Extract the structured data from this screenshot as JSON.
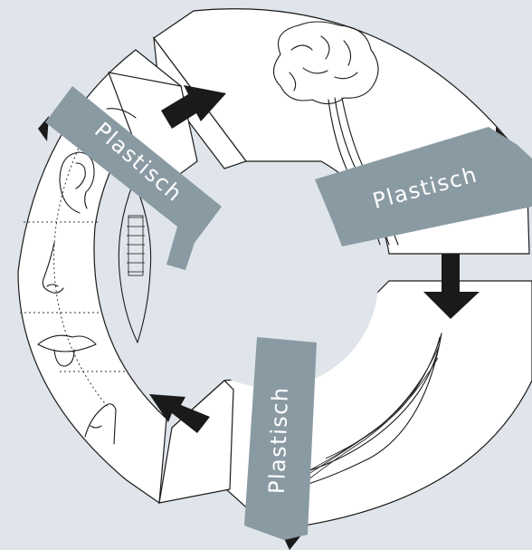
{
  "banners": {
    "brain": "Plastisch",
    "muscle": "Plastisch",
    "senses": "Plastisch"
  },
  "icons": [
    "brain-icon",
    "muscle-icon",
    "ear-icon",
    "nose-icon",
    "mouth-icon",
    "finger-icon",
    "eye-icon"
  ],
  "colors": {
    "background": "#dfe5ea",
    "banner": "#8a9aa3",
    "arrow": "#1a1a1a",
    "segment": "#ffffff"
  }
}
